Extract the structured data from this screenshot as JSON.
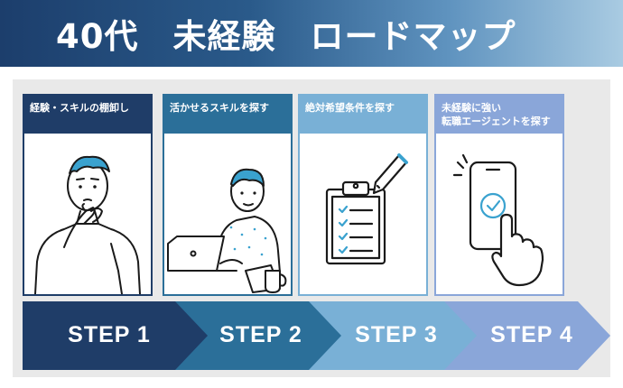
{
  "banner": {
    "title": "40代　未経験　ロードマップ"
  },
  "steps": [
    {
      "header": "経験・スキルの棚卸し",
      "label": "STEP 1",
      "color": "#1f3d68"
    },
    {
      "header": "活かせるスキルを探す",
      "label": "STEP 2",
      "color": "#2b6f99"
    },
    {
      "header": "絶対希望条件を探す",
      "label": "STEP 3",
      "color": "#79b0d6"
    },
    {
      "header": "未経験に強い\n転職エージェントを探す",
      "label": "STEP 4",
      "color": "#8aa6d9"
    }
  ],
  "colors": {
    "illustration_accent": "#3aa2cf",
    "outline": "#1a1a1a"
  },
  "icons": [
    "thinking-man-icon",
    "laptop-worker-icon",
    "clipboard-checklist-icon",
    "smartphone-tap-icon"
  ]
}
